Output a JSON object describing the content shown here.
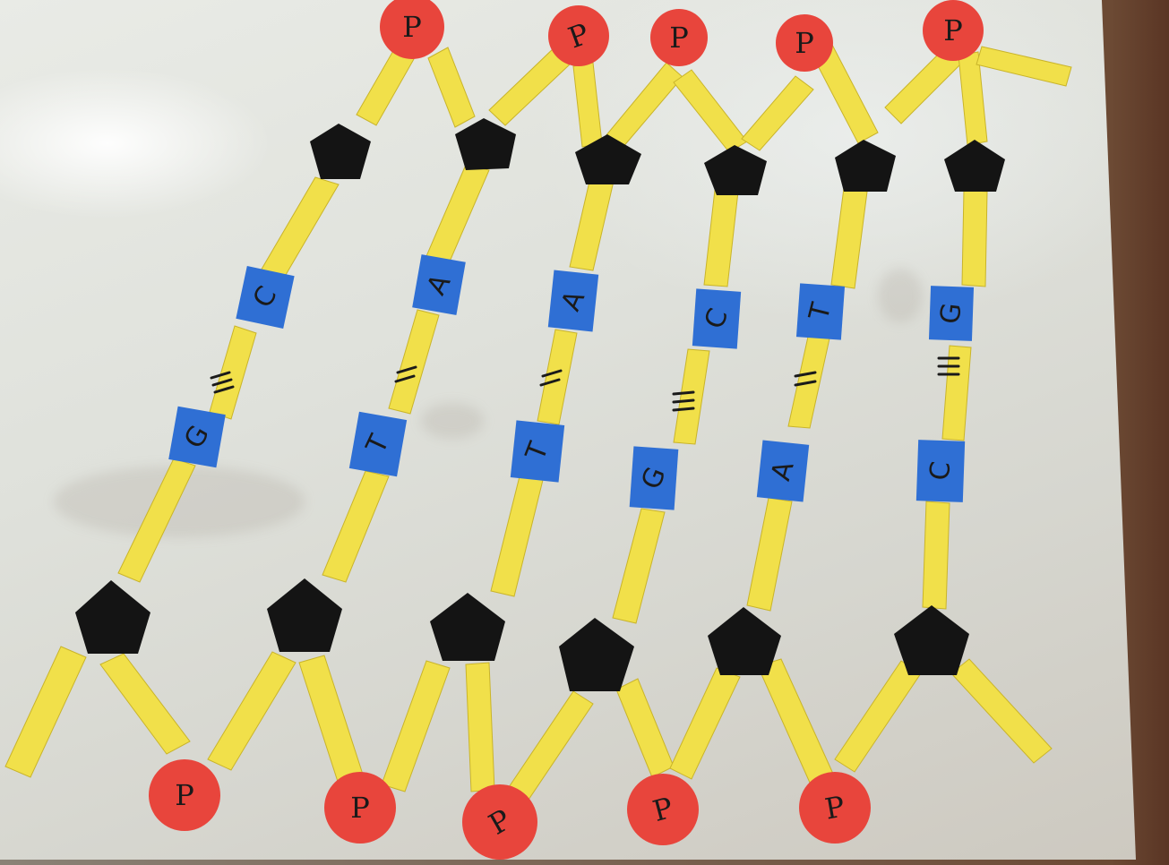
{
  "scene": {
    "description_kind": "paper-cutout DNA double helix model on a whiteboard",
    "colors": {
      "backbone_strip": "#f1e04a",
      "phosphate": "#e8453c",
      "sugar": "#141414",
      "base_card": "#2f6fd4",
      "board": "#e4e5e0",
      "frame": "#6c4a34"
    },
    "phosphate_label": "P",
    "top_phosphates": [
      "P",
      "P",
      "P",
      "P",
      "P"
    ],
    "bottom_phosphates": [
      "P",
      "P",
      "P",
      "P",
      "P"
    ],
    "base_pairs": [
      {
        "top": "C",
        "bottom": "G",
        "bond": "≡"
      },
      {
        "top": "A",
        "bottom": "T",
        "bond": "="
      },
      {
        "top": "A",
        "bottom": "T",
        "bond": "="
      },
      {
        "top": "C",
        "bottom": "G",
        "bond": "≡"
      },
      {
        "top": "T",
        "bottom": "A",
        "bond": "="
      },
      {
        "top": "G",
        "bottom": "C",
        "bond": "≡"
      }
    ]
  }
}
